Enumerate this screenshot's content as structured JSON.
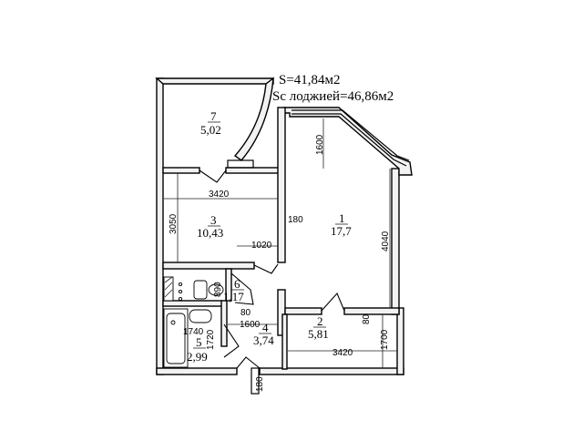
{
  "header": {
    "total_area": "S=41,84м2",
    "area_with_loggia": "Sc лоджией=46,86м2"
  },
  "rooms": [
    {
      "number": "1",
      "area": "17,7"
    },
    {
      "number": "2",
      "area": "5,81"
    },
    {
      "number": "3",
      "area": "10,43"
    },
    {
      "number": "4",
      "area": "3,74"
    },
    {
      "number": "5",
      "area": "2,99"
    },
    {
      "number": "6",
      "area": "1,17"
    },
    {
      "number": "7",
      "area": "5,02"
    }
  ],
  "dimensions": {
    "d3420_room3": "3420",
    "d3050": "3050",
    "d1600_top": "1600",
    "d180_mid": "180",
    "d1020": "1020",
    "d4040": "4040",
    "d890": "890",
    "d80_a": "80",
    "d1600_hall": "1600",
    "d1740": "1740",
    "d1720": "1720",
    "d80_b": "80",
    "d3420_room2": "3420",
    "d1700": "1700",
    "d180_bottom": "180"
  }
}
